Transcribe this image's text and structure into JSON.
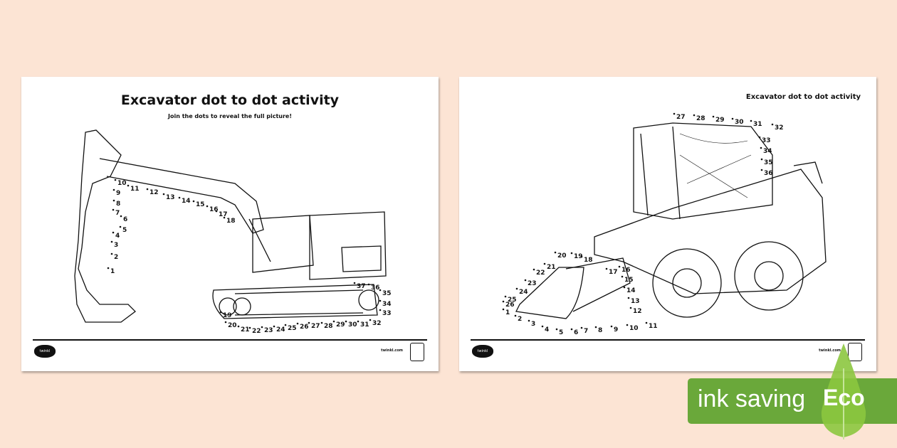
{
  "pages": [
    {
      "title": "Excavator dot to dot activity",
      "subtitle": "Join the dots to reveal the full picture!",
      "logo": "twinkl",
      "url": "twinkl.com",
      "dots": [
        "1",
        "2",
        "3",
        "4",
        "5",
        "6",
        "7",
        "8",
        "9",
        "10",
        "11",
        "12",
        "13",
        "14",
        "15",
        "16",
        "17",
        "18",
        "19",
        "20",
        "21",
        "22",
        "23",
        "24",
        "25",
        "26",
        "27",
        "28",
        "29",
        "30",
        "31",
        "32",
        "33",
        "34",
        "35",
        "36",
        "37"
      ]
    },
    {
      "title": "Excavator dot to dot activity",
      "logo": "twinkl",
      "url": "twinkl.com",
      "dots": [
        "1",
        "2",
        "3",
        "4",
        "5",
        "6",
        "7",
        "8",
        "9",
        "10",
        "11",
        "12",
        "13",
        "14",
        "15",
        "16",
        "17",
        "18",
        "19",
        "20",
        "21",
        "22",
        "23",
        "24",
        "25",
        "26",
        "27",
        "28",
        "29",
        "30",
        "31",
        "32",
        "33",
        "34",
        "35",
        "36"
      ]
    }
  ],
  "eco_badge": {
    "label": "ink saving",
    "word": "Eco",
    "color": "#6aa83a",
    "leaf_color": "#8cc63f"
  }
}
